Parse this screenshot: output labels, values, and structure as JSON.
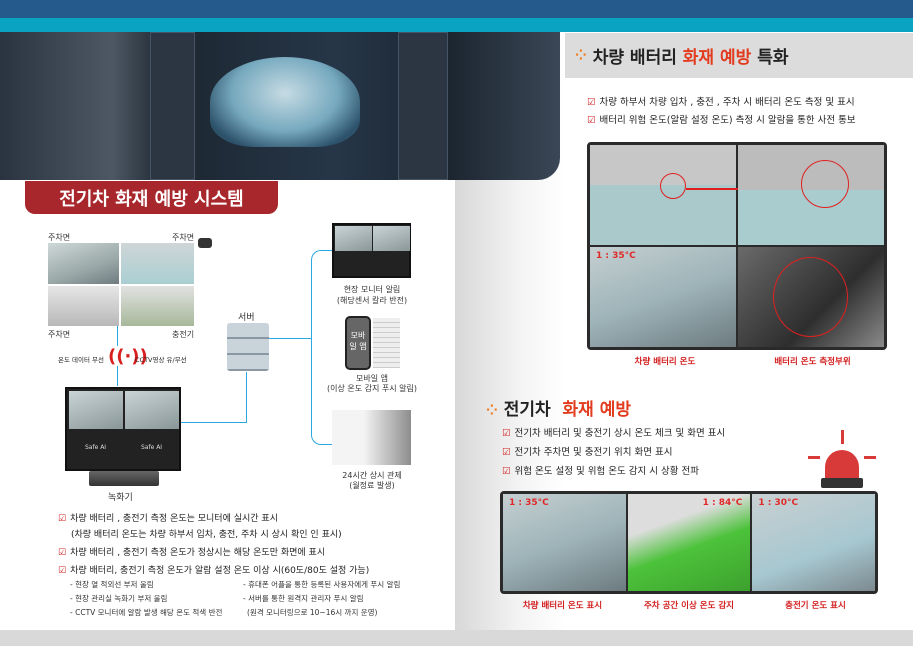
{
  "left": {
    "title": "전기차 화재 예방 시스템",
    "diagram": {
      "cam_labels": [
        "주차면",
        "주차면",
        "주차면",
        "충전기"
      ],
      "wireless_left": "온도 데이터 무선",
      "wireless_right": "CCTV영상 유/무선",
      "server": "서버",
      "recorder": "녹화기",
      "monitor_brand": "Safe AI",
      "monitor_alert": [
        "현장 모니터 알림",
        "(해당센서 칼라 반전)"
      ],
      "mobile_screen": "모바일 앱",
      "mobile_app": [
        "모바일 앱",
        "(이상 온도 감지 푸시 알림)"
      ],
      "control": [
        "24시간 상시 관제",
        "(월정료 발생)"
      ]
    },
    "checks": [
      {
        "text": "차량 배터리 , 충전기 측정 온도는 모니터에 실시간 표시",
        "sub": "(차량 배터리 온도는 차량 하부서 입차, 충전, 주차 시 상시 확인 인 표시)"
      },
      {
        "text": "차량 배터리 , 충전기 측정 온도가 정상시는 해당 온도만 화면에 표시"
      },
      {
        "text": "차량 배터리, 충전기 측정 온도가 알람 설정 온도 이상 시(60도/80도 설정 가능)"
      }
    ],
    "bullets_left": [
      "- 현장 열 적외선 부저 울림",
      "- 현장 관리실 녹화기 부저 울림",
      "- CCTV 모니터에 알람 발생 해당 온도 적색 반전"
    ],
    "bullets_right": [
      "- 휴대폰 어플을 통한 등록된 사용자에게 푸시 알림",
      "- 서버를 통한 원격지 관리자 푸시 알림",
      "(원격 모니터링으로 10~16시 까지 운영)"
    ]
  },
  "right": {
    "sec1": {
      "title_a": "차량 배터리 ",
      "title_b": "화재 예방",
      "title_c": " 특화",
      "checks": [
        "차량 하부서 차량 입차 , 충전 , 주차 시 배터리 온도 측정 및 표시",
        "배터리 위험 온도(알람 설정 온도) 측정 시 알람을 통한 사전 통보"
      ],
      "temp": "1 : 35°C",
      "captions": [
        "차량 배터리 온도",
        "배터리 온도 측정부위"
      ]
    },
    "sec2": {
      "title_a": "전기차 ",
      "title_b": "화재 예방",
      "checks": [
        "전기차 배터리 및 충전기 상시 온도 체크 및 화면 표시",
        "전기차 주차면 및 충전기 위치 화면 표시",
        "위험 온도 설정 및 위험 온도 감지 시 상황 전파"
      ],
      "temps": [
        "1 : 35°C",
        "1 : 84°C",
        "1 : 30°C"
      ],
      "captions": [
        "차량 배터리 온도 표시",
        "주차 공간 이상 온도 감지",
        "충전기 온도 표시"
      ]
    }
  },
  "colors": {
    "accent_red": "#a8272c",
    "highlight": "#e23b1e",
    "line": "#2aa8e0",
    "top_blue": "#245a8c",
    "top_teal": "#0aa3c2"
  }
}
